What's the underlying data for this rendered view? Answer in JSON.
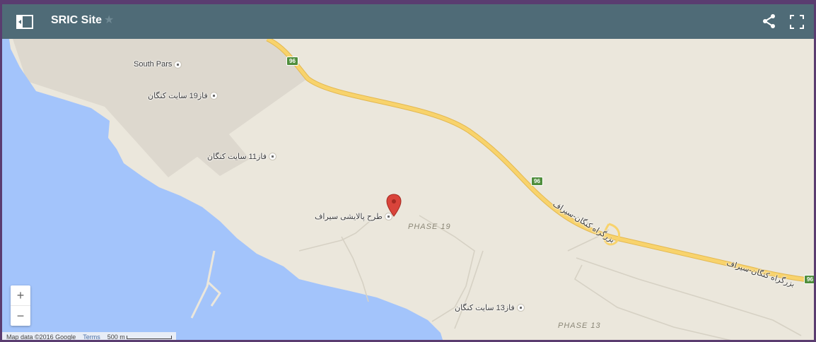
{
  "header": {
    "title": "SRIC Site",
    "star_glyph": "★",
    "background": "#4f6b77"
  },
  "map": {
    "water_color": "#a3c4fb",
    "land_color": "#ebe7dc",
    "industrial_color": "#ddd8ce",
    "road_color": "#f8d36c",
    "pois": [
      {
        "label": "South Pars"
      },
      {
        "label": "فاز19 سایت کنگان"
      },
      {
        "label": "فاز11 سایت کنگان"
      },
      {
        "label": "طرح پالایشی سیراف"
      },
      {
        "label": "فاز13 سایت کنگان"
      }
    ],
    "area_labels": [
      "PHASE 19",
      "PHASE 13"
    ],
    "route_shields": [
      "96",
      "96",
      "96"
    ],
    "road_names": [
      "بزرگراه کنگان-سیراف",
      "بزرگراه کنگان-سیراف"
    ]
  },
  "controls": {
    "zoom_in": "+",
    "zoom_out": "−"
  },
  "footer": {
    "map_data": "Map data ©2016 Google",
    "terms": "Terms",
    "scale": "500 m"
  },
  "icons": [
    "panel-toggle-icon",
    "star-icon",
    "share-icon",
    "fullscreen-icon",
    "map-marker-icon"
  ]
}
